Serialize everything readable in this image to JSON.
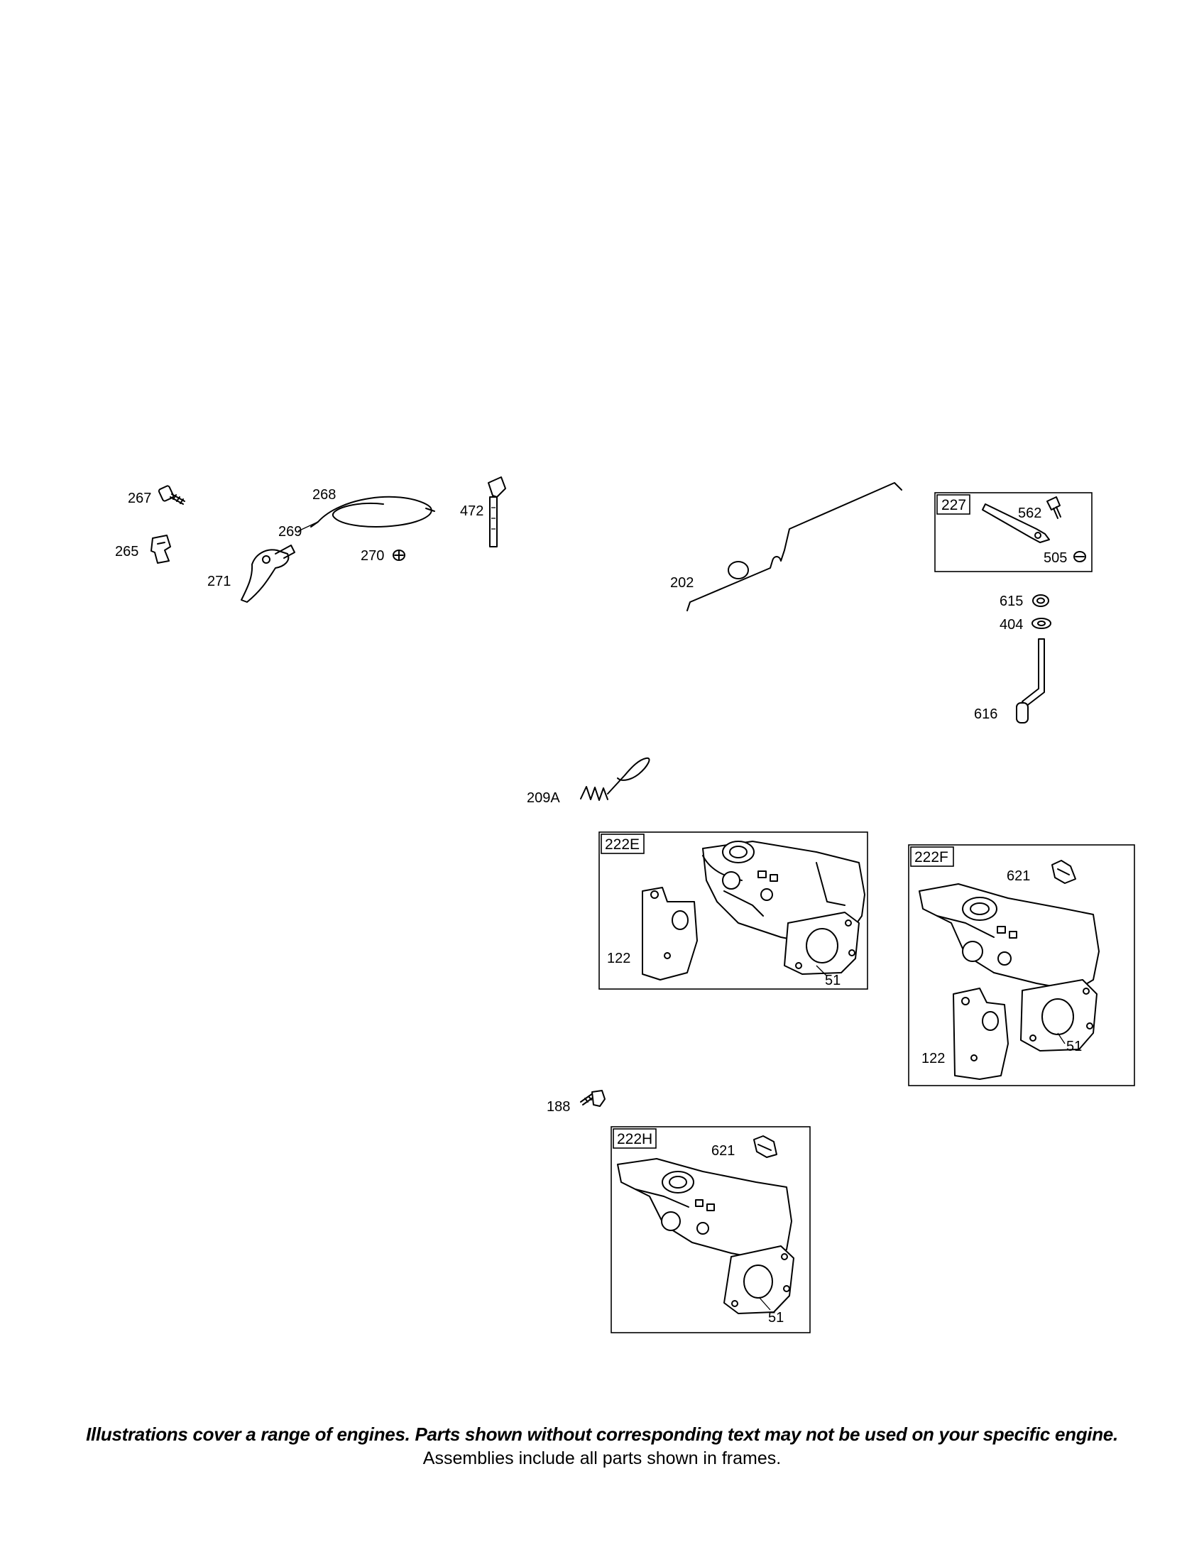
{
  "callouts": {
    "p267": "267",
    "p265": "265",
    "p268": "268",
    "p269": "269",
    "p270": "270",
    "p271": "271",
    "p472": "472",
    "p202": "202",
    "p562": "562",
    "p505": "505",
    "p615": "615",
    "p404": "404",
    "p616": "616",
    "p209a": "209A",
    "p188": "188",
    "e122": "122",
    "e51": "51",
    "f621": "621",
    "f122": "122",
    "f51": "51",
    "h621": "621",
    "h51": "51"
  },
  "frames": {
    "f227": "227",
    "f222e": "222E",
    "f222f": "222F",
    "f222h": "222H"
  },
  "footer": {
    "note": "Illustrations cover a range of engines. Parts shown without corresponding text may not be used on your specific engine.",
    "sub": "Assemblies include all parts shown in frames."
  }
}
